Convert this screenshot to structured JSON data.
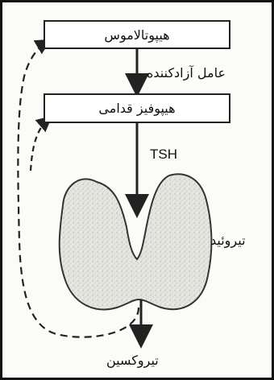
{
  "boxes": {
    "hypothalamus": "هیپوتالاموس",
    "anterior_pituitary": "هیپوفیز قدامی"
  },
  "labels": {
    "releasing_factor": "عامل آزادکننده",
    "tsh": "TSH",
    "thyroid": "تیروئید",
    "thyroxine": "تیروکسین"
  },
  "colors": {
    "line": "#222222",
    "gland_fill": "#e2e2dc",
    "gland_stroke": "#333333"
  }
}
